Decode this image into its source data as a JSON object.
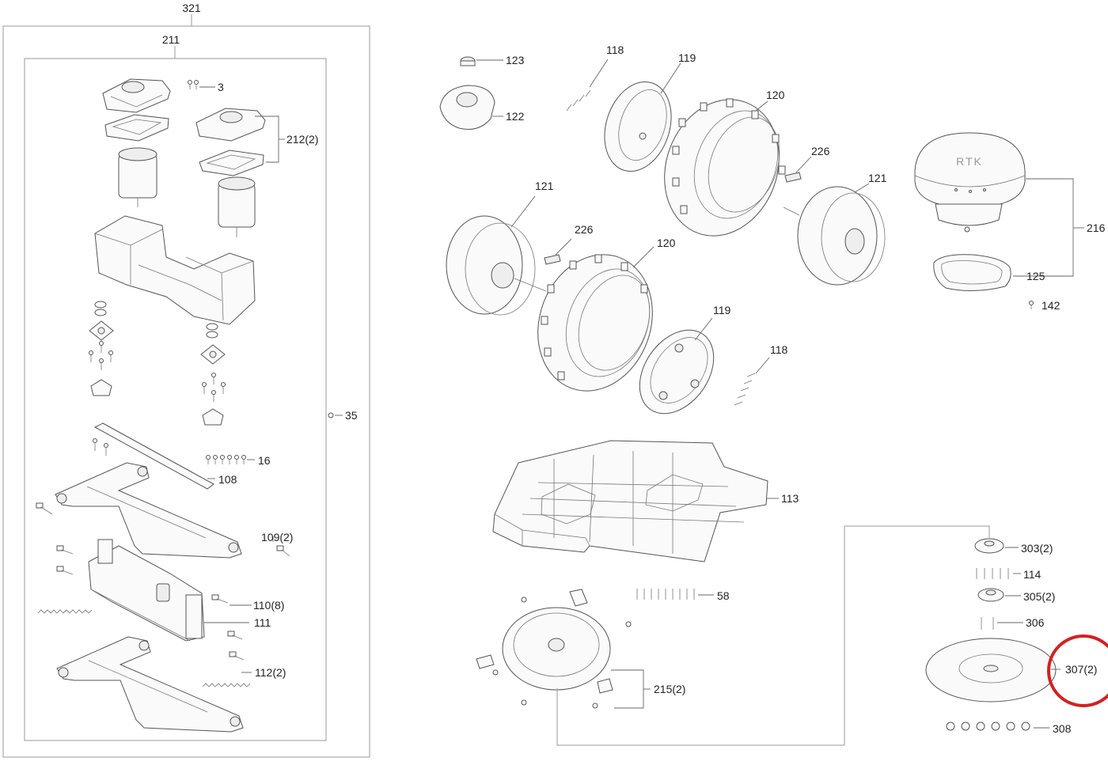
{
  "diagram": {
    "labels": {
      "l321": "321",
      "l211": "211",
      "l3": "3",
      "l212": "212(2)",
      "l35": "35",
      "l16": "16",
      "l108": "108",
      "l109": "109(2)",
      "l110": "110(8)",
      "l111": "111",
      "l112": "112(2)",
      "l123": "123",
      "l122": "122",
      "l118a": "118",
      "l119a": "119",
      "l120a": "120",
      "l226a": "226",
      "l121a": "121",
      "l121b": "121",
      "l226b": "226",
      "l120b": "120",
      "l119b": "119",
      "l118b": "118",
      "l216": "216",
      "l125": "125",
      "l142": "142",
      "l113": "113",
      "l303": "303(2)",
      "l114": "114",
      "l305": "305(2)",
      "l306": "306",
      "l307": "307(2)",
      "l308": "308",
      "l58": "58",
      "l215": "215(2)"
    },
    "rtk_logo": "RTK",
    "highlight_color": "#d42020"
  }
}
